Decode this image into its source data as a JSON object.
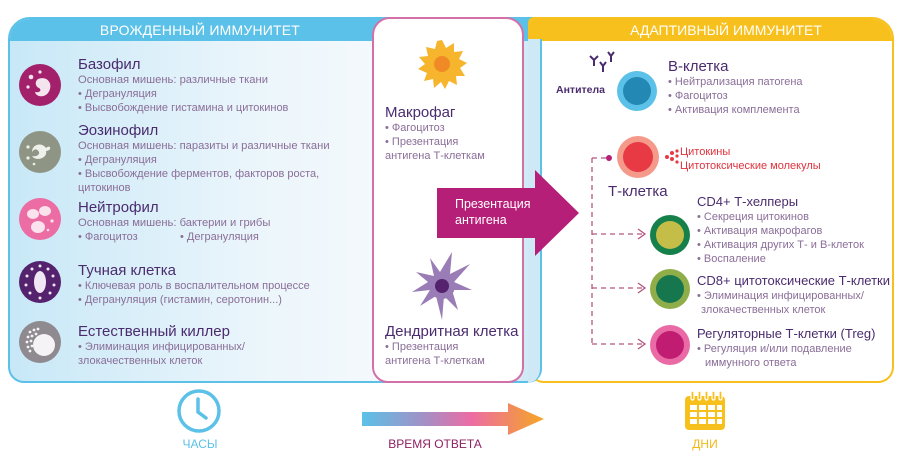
{
  "innate": {
    "header": "ВРОЖДЕННЫЙ ИММУНИТЕТ",
    "cells": [
      {
        "name": "Базофил",
        "target": "Основная мишень: различные ткани",
        "bullets": [
          "Дегрануляция",
          "Высвобождение гистамина и цитокинов"
        ]
      },
      {
        "name": "Эозинофил",
        "target": "Основная мишень: паразиты и различные ткани",
        "bullets": [
          "Дегрануляция",
          "Высвобождение ферментов, факторов роста,"
        ],
        "continuation": "цитокинов"
      },
      {
        "name": "Нейтрофил",
        "target": "Основная мишень: бактерии и грибы",
        "bullets": [
          "Фагоцитоз",
          "Дегрануляция"
        ]
      },
      {
        "name": "Тучная клетка",
        "bullets": [
          "Ключевая роль в воспалительном процессе",
          "Дегрануляция (гистамин, серотонин...)"
        ]
      },
      {
        "name": "Естественный киллер",
        "bullets": [
          "Элиминация инфицированных/"
        ],
        "continuation": "злокачественных клеток"
      }
    ]
  },
  "middle": {
    "macrophage": {
      "name": "Макрофаг",
      "bullets": [
        "Фагоцитоз",
        "Презентация"
      ],
      "continuation": "антигена Т-клеткам"
    },
    "arrow": {
      "line1": "Презентация",
      "line2": "антигена"
    },
    "dendritic": {
      "name": "Дендритная клетка",
      "bullets": [
        "Презентация"
      ],
      "continuation": "антигена Т-клеткам"
    }
  },
  "adaptive": {
    "header": "АДАПТИВНЫЙ ИММУНИТЕТ",
    "antibodies_label": "Антитела",
    "b_cell": {
      "name": "В-клетка",
      "bullets": [
        "Нейтрализация патогена",
        "Фагоцитоз",
        "Активация комплемента"
      ]
    },
    "t_cell": {
      "name": "Т-клетка",
      "products": [
        "Цитокины",
        "Цитотоксические молекулы"
      ]
    },
    "cd4": {
      "name": "CD4+ Т-хелперы",
      "bullets": [
        "Секреция цитокинов",
        "Активация макрофагов",
        "Активация других Т- и В-клеток",
        "Воспаление"
      ]
    },
    "cd8": {
      "name": "CD8+ цитотоксические Т-клетки",
      "bullets": [
        "Элиминация инфицированных/"
      ],
      "continuation": "злокачественных клеток"
    },
    "treg": {
      "name": "Регуляторные Т-клетки (Treg)",
      "bullets": [
        "Регуляция и/или подавление"
      ],
      "continuation": "иммунного ответа"
    }
  },
  "timeline": {
    "hours_label": "ЧАСЫ",
    "response_label": "ВРЕМЯ ОТВЕТА",
    "days_label": "ДНИ",
    "hours_icon": "clock-icon",
    "days_icon": "calendar-icon"
  },
  "colors": {
    "innate_blue": "#5bc1e8",
    "adaptive_yellow": "#f7c01c",
    "middle_pink": "#d470a8",
    "arrow_magenta": "#b51f78",
    "title_purple": "#4a2c6e",
    "text_mauve": "#8a6e98"
  }
}
